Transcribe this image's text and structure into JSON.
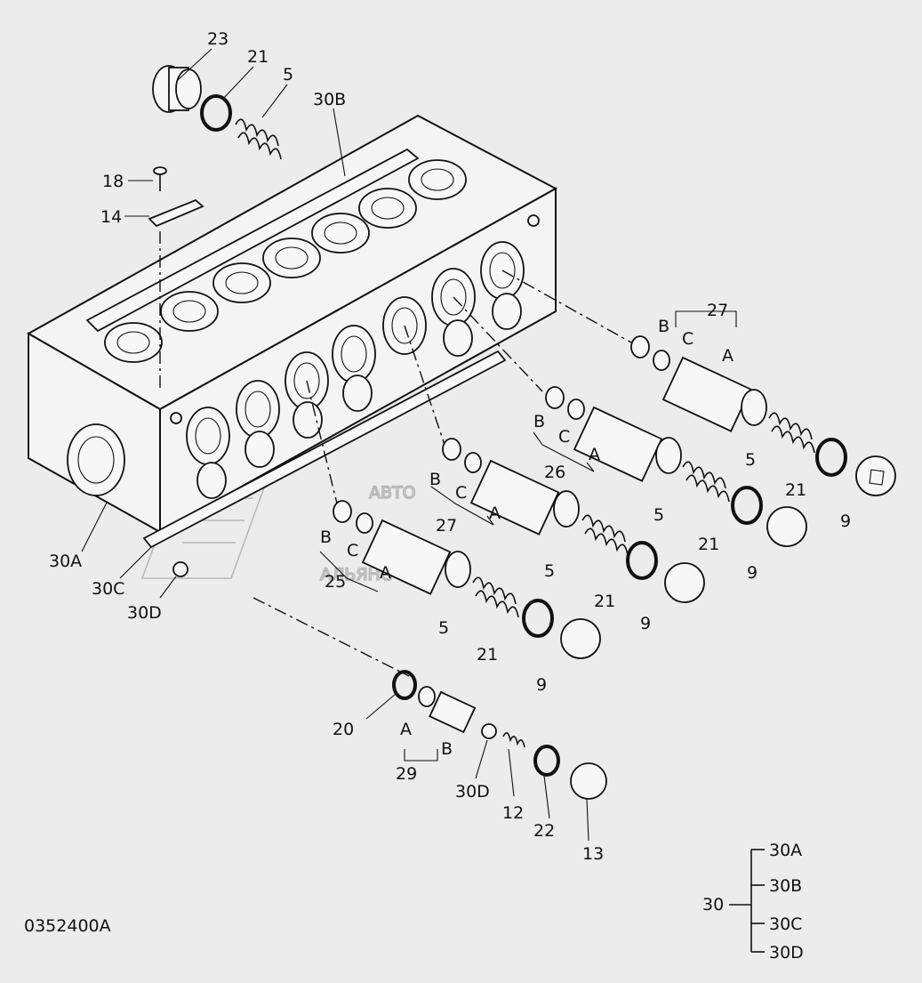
{
  "drawing_number": "0352400A",
  "watermark": {
    "line1": "АВТО",
    "line2": "АЛЬЯНС"
  },
  "labels": {
    "p23": "23",
    "p21_top": "21",
    "p5_top": "5",
    "p30b": "30B",
    "p18": "18",
    "p14": "14",
    "p27_r": "27",
    "b_27r": "B",
    "c_27r": "C",
    "a_27r": "A",
    "b_26": "B",
    "c_26": "C",
    "a_26": "A",
    "p26": "26",
    "b_27m": "B",
    "c_27m": "C",
    "a_27m": "A",
    "p27_m": "27",
    "b_25": "B",
    "c_25": "C",
    "a_25": "A",
    "p25": "25",
    "p5_1": "5",
    "p5_2": "5",
    "p5_3": "5",
    "p5_4": "5",
    "p21_1": "21",
    "p21_2": "21",
    "p21_3": "21",
    "p21_4": "21",
    "p9_1": "9",
    "p9_2": "9",
    "p9_3": "9",
    "p9_4": "9",
    "p30a": "30A",
    "p30c": "30C",
    "p30d": "30D",
    "p20": "20",
    "a_29": "A",
    "b_29": "B",
    "p29": "29",
    "p30d_low": "30D",
    "p12": "12",
    "p22": "22",
    "p13": "13"
  },
  "legend": {
    "root": "30",
    "items": [
      "30A",
      "30B",
      "30C",
      "30D"
    ]
  }
}
